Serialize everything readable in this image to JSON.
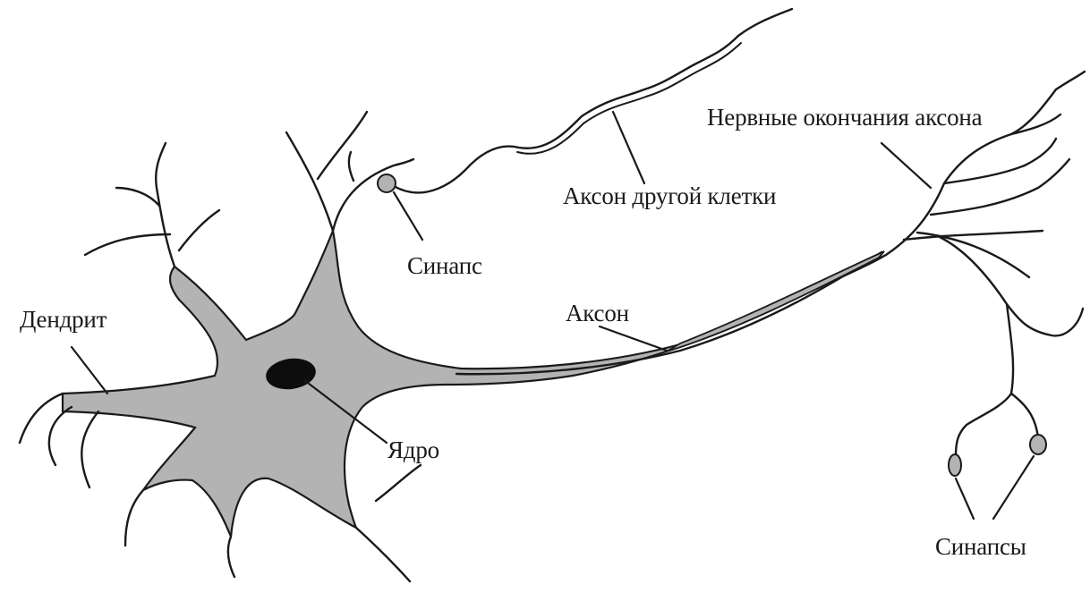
{
  "diagram": {
    "labels": {
      "dendrite": "Дендрит",
      "nucleus": "Ядро",
      "synapse": "Синапс",
      "other_axon": "Аксон другой клетки",
      "axon": "Аксон",
      "axon_endings": "Нервные окончания аксона",
      "synapses": "Синапсы"
    },
    "colors": {
      "cell_body": "#b3b3b3",
      "outline": "#1a1a1a",
      "nucleus": "#0d0d0d",
      "background": "#ffffff"
    }
  }
}
